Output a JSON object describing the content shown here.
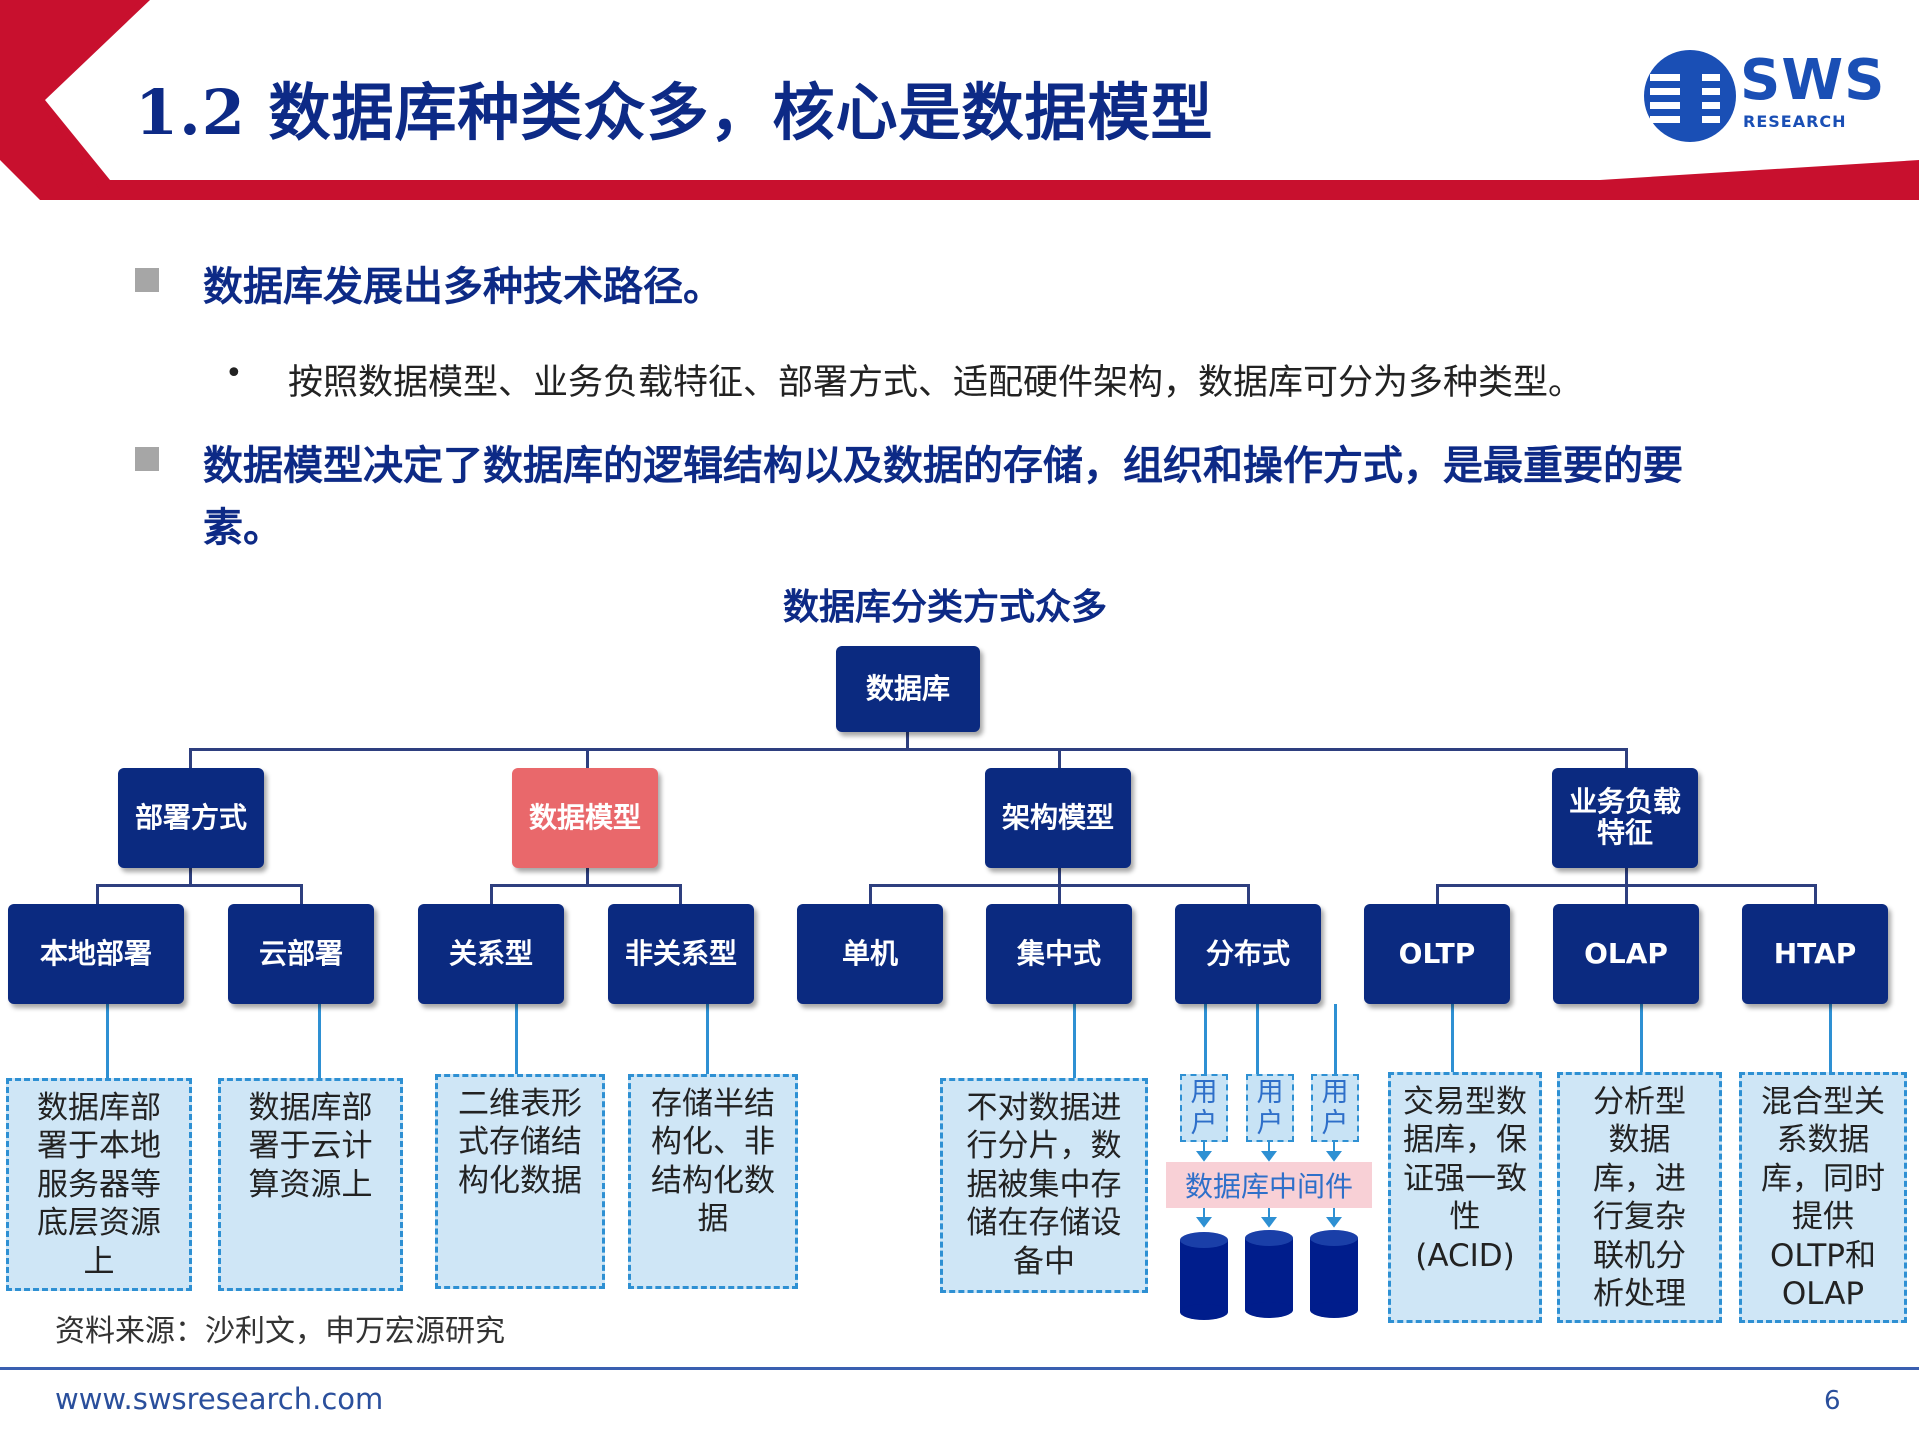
{
  "header": {
    "title": "1.2 数据库种类众多，核心是数据模型",
    "logo_text": "SWS",
    "logo_sub": "RESEARCH"
  },
  "bullets": [
    {
      "text": "数据库发展出多种技术路径。"
    },
    {
      "text": "按照数据模型、业务负载特征、部署方式、适配硬件架构，数据库可分为多种类型。"
    },
    {
      "text": "数据模型决定了数据库的逻辑结构以及数据的存储，组织和操作方式，是最重要的要"
    },
    {
      "text": "素。"
    }
  ],
  "sub_bullet_marker": "•",
  "chart": {
    "title": "数据库分类方式众多",
    "root": "数据库",
    "level1": [
      {
        "label": "部署方式"
      },
      {
        "label": "数据模型"
      },
      {
        "label": "架构模型"
      },
      {
        "label": "业务负载特征"
      }
    ],
    "level2": [
      {
        "label": "本地部署"
      },
      {
        "label": "云部署"
      },
      {
        "label": "关系型"
      },
      {
        "label": "非关系型"
      },
      {
        "label": "单机"
      },
      {
        "label": "集中式"
      },
      {
        "label": "分布式"
      },
      {
        "label": "OLTP"
      },
      {
        "label": "OLAP"
      },
      {
        "label": "HTAP"
      }
    ],
    "descriptions": {
      "local": "数据库部署于本地服务器等底层资源上",
      "cloud": "数据库部署于云计算资源上",
      "relational": "二维表形式存储结构化数据",
      "nonrelational": "存储半结构化、非结构化数据",
      "centralized": "不对数据进行分片，数据被集中存储在存储设备中",
      "oltp": "交易型数据库，保证强一致性(ACID)",
      "olap": "分析型数据库，进行复杂联机分析处理",
      "htap": "混合型关系数据库，同时提供OLTP和OLAP"
    },
    "distributed": {
      "users": [
        "用户",
        "用户",
        "用户"
      ],
      "middleware": "数据库中间件"
    }
  },
  "source": "资料来源：沙利文，申万宏源研究",
  "footer": {
    "url": "www.swsresearch.com",
    "page": "6"
  },
  "colors": {
    "navy": "#0b2a80",
    "highlight": "#e9686b",
    "header_red": "#c8102e",
    "desc_fill": "#cfe6f6"
  }
}
